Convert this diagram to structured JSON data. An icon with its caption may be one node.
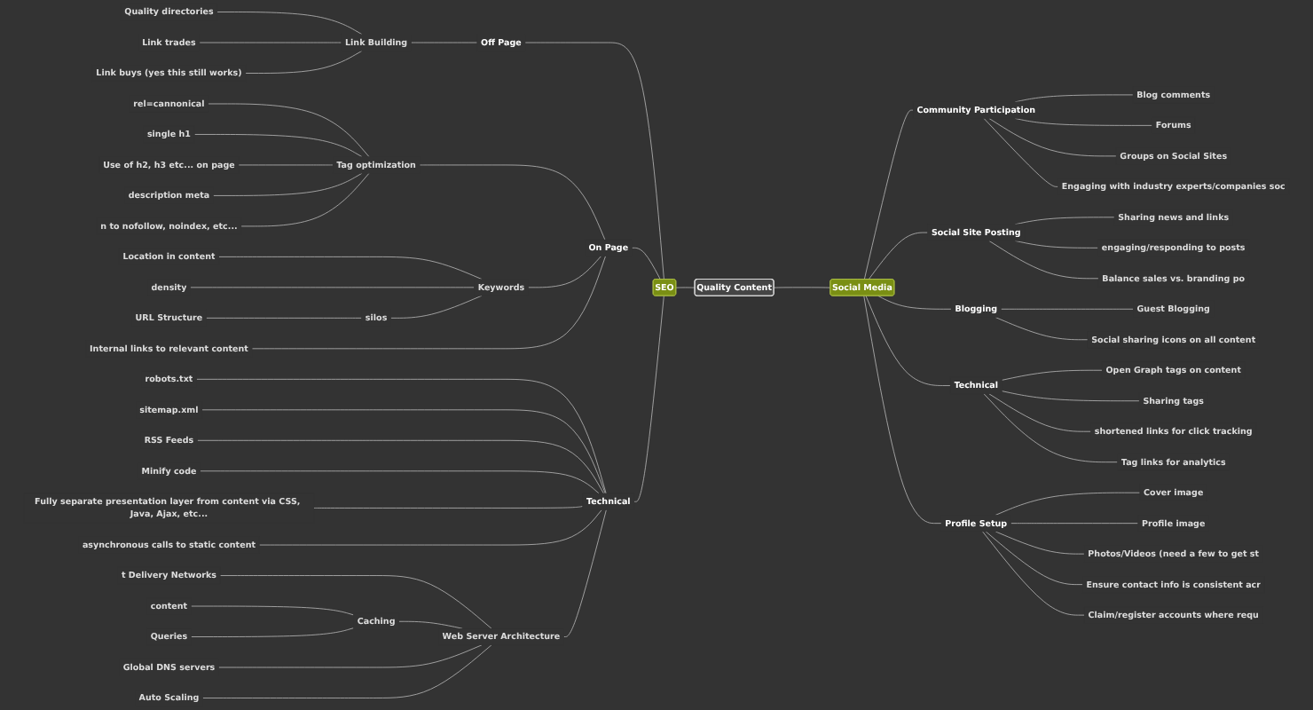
{
  "diagram": {
    "nodes": [
      {
        "text": [
          "Quality Content"
        ]
      },
      {
        "text": [
          "SEO"
        ]
      },
      {
        "text": [
          "Social Media"
        ]
      },
      {
        "text": [
          "Off Page"
        ]
      },
      {
        "text": [
          "Link Building"
        ]
      },
      {
        "text": [
          "Quality directories"
        ]
      },
      {
        "text": [
          "Link trades"
        ]
      },
      {
        "text": [
          "Link buys (yes this still works)"
        ]
      },
      {
        "text": [
          "On Page"
        ]
      },
      {
        "text": [
          "Tag optimization"
        ]
      },
      {
        "text": [
          "rel=cannonical"
        ]
      },
      {
        "text": [
          "single h1"
        ]
      },
      {
        "text": [
          "Use of h2, h3 etc... on page"
        ]
      },
      {
        "text": [
          "description meta"
        ]
      },
      {
        "text": [
          "n to nofollow, noindex, etc..."
        ]
      },
      {
        "text": [
          "Keywords"
        ]
      },
      {
        "text": [
          "Location in content"
        ]
      },
      {
        "text": [
          "density"
        ]
      },
      {
        "text": [
          "silos"
        ]
      },
      {
        "text": [
          "URL Structure"
        ]
      },
      {
        "text": [
          "Internal links to relevant content"
        ]
      },
      {
        "text": [
          "Technical"
        ]
      },
      {
        "text": [
          "robots.txt"
        ]
      },
      {
        "text": [
          "sitemap.xml"
        ]
      },
      {
        "text": [
          "RSS Feeds"
        ]
      },
      {
        "text": [
          "Minify code"
        ]
      },
      {
        "text": [
          "Fully separate presentation layer from content via CSS, Java, Ajax, etc..."
        ]
      },
      {
        "text": [
          "asynchronous calls to static content"
        ]
      },
      {
        "text": [
          "Web Server Architecture"
        ]
      },
      {
        "text": [
          "t Delivery Networks"
        ]
      },
      {
        "text": [
          "Caching"
        ]
      },
      {
        "text": [
          "content"
        ]
      },
      {
        "text": [
          "Queries"
        ]
      },
      {
        "text": [
          "Global DNS servers"
        ]
      },
      {
        "text": [
          "Auto Scaling"
        ]
      },
      {
        "text": [
          "Community Participation"
        ]
      },
      {
        "text": [
          "Blog comments"
        ]
      },
      {
        "text": [
          "Forums"
        ]
      },
      {
        "text": [
          "Groups on Social Sites"
        ]
      },
      {
        "text": [
          "Engaging with industry experts/companies soc"
        ]
      },
      {
        "text": [
          "Social Site Posting"
        ]
      },
      {
        "text": [
          "Sharing news and links"
        ]
      },
      {
        "text": [
          "engaging/responding to posts"
        ]
      },
      {
        "text": [
          "Balance sales vs. branding po"
        ]
      },
      {
        "text": [
          "Blogging"
        ]
      },
      {
        "text": [
          "Guest Blogging"
        ]
      },
      {
        "text": [
          "Social sharing icons on all content"
        ]
      },
      {
        "text": [
          "Technical"
        ]
      },
      {
        "text": [
          "Open Graph tags on content"
        ]
      },
      {
        "text": [
          "Sharing tags"
        ]
      },
      {
        "text": [
          "shortened links for click tracking"
        ]
      },
      {
        "text": [
          "Tag links for analytics"
        ]
      },
      {
        "text": [
          "Profile Setup"
        ]
      },
      {
        "text": [
          "Cover image"
        ]
      },
      {
        "text": [
          "Profile image"
        ]
      },
      {
        "text": [
          "Photos/Videos (need a few to get st"
        ]
      },
      {
        "text": [
          "Ensure contact info is consistent acr"
        ]
      },
      {
        "text": [
          "Claim/register accounts where requ"
        ]
      }
    ],
    "edges": [
      {
        "from": 1,
        "to": 0,
        "arrow": "none"
      },
      {
        "from": 0,
        "to": 2,
        "arrow": "none"
      },
      {
        "from": 3,
        "to": 1,
        "arrow": "none"
      },
      {
        "from": 4,
        "to": 3,
        "arrow": "none"
      },
      {
        "from": 5,
        "to": 4,
        "arrow": "none"
      },
      {
        "from": 6,
        "to": 4,
        "arrow": "none"
      },
      {
        "from": 7,
        "to": 4,
        "arrow": "none"
      },
      {
        "from": 8,
        "to": 1,
        "arrow": "none"
      },
      {
        "from": 9,
        "to": 8,
        "arrow": "none"
      },
      {
        "from": 10,
        "to": 9,
        "arrow": "none"
      },
      {
        "from": 11,
        "to": 9,
        "arrow": "none"
      },
      {
        "from": 12,
        "to": 9,
        "arrow": "none"
      },
      {
        "from": 13,
        "to": 9,
        "arrow": "none"
      },
      {
        "from": 14,
        "to": 9,
        "arrow": "none"
      },
      {
        "from": 15,
        "to": 8,
        "arrow": "none"
      },
      {
        "from": 16,
        "to": 15,
        "arrow": "none"
      },
      {
        "from": 17,
        "to": 15,
        "arrow": "none"
      },
      {
        "from": 18,
        "to": 15,
        "arrow": "none"
      },
      {
        "from": 19,
        "to": 18,
        "arrow": "none"
      },
      {
        "from": 20,
        "to": 8,
        "arrow": "none"
      },
      {
        "from": 21,
        "to": 1,
        "arrow": "none"
      },
      {
        "from": 22,
        "to": 21,
        "arrow": "none"
      },
      {
        "from": 23,
        "to": 21,
        "arrow": "none"
      },
      {
        "from": 24,
        "to": 21,
        "arrow": "none"
      },
      {
        "from": 25,
        "to": 21,
        "arrow": "none"
      },
      {
        "from": 26,
        "to": 21,
        "arrow": "none"
      },
      {
        "from": 27,
        "to": 21,
        "arrow": "none"
      },
      {
        "from": 28,
        "to": 21,
        "arrow": "none"
      },
      {
        "from": 29,
        "to": 28,
        "arrow": "none"
      },
      {
        "from": 30,
        "to": 28,
        "arrow": "none"
      },
      {
        "from": 31,
        "to": 30,
        "arrow": "none"
      },
      {
        "from": 32,
        "to": 30,
        "arrow": "none"
      },
      {
        "from": 33,
        "to": 28,
        "arrow": "none"
      },
      {
        "from": 34,
        "to": 28,
        "arrow": "none"
      },
      {
        "from": 2,
        "to": 35,
        "arrow": "none"
      },
      {
        "from": 35,
        "to": 36,
        "arrow": "none"
      },
      {
        "from": 35,
        "to": 37,
        "arrow": "none"
      },
      {
        "from": 35,
        "to": 38,
        "arrow": "none"
      },
      {
        "from": 35,
        "to": 39,
        "arrow": "none"
      },
      {
        "from": 2,
        "to": 40,
        "arrow": "none"
      },
      {
        "from": 40,
        "to": 41,
        "arrow": "none"
      },
      {
        "from": 40,
        "to": 42,
        "arrow": "none"
      },
      {
        "from": 40,
        "to": 43,
        "arrow": "none"
      },
      {
        "from": 2,
        "to": 44,
        "arrow": "none"
      },
      {
        "from": 44,
        "to": 45,
        "arrow": "none"
      },
      {
        "from": 44,
        "to": 46,
        "arrow": "none"
      },
      {
        "from": 2,
        "to": 47,
        "arrow": "none"
      },
      {
        "from": 47,
        "to": 48,
        "arrow": "none"
      },
      {
        "from": 47,
        "to": 49,
        "arrow": "none"
      },
      {
        "from": 47,
        "to": 50,
        "arrow": "none"
      },
      {
        "from": 47,
        "to": 51,
        "arrow": "none"
      },
      {
        "from": 2,
        "to": 52,
        "arrow": "none"
      },
      {
        "from": 52,
        "to": 53,
        "arrow": "none"
      },
      {
        "from": 52,
        "to": 54,
        "arrow": "none"
      },
      {
        "from": 52,
        "to": 55,
        "arrow": "none"
      },
      {
        "from": 52,
        "to": 56,
        "arrow": "none"
      },
      {
        "from": 52,
        "to": 57,
        "arrow": "none"
      }
    ]
  }
}
